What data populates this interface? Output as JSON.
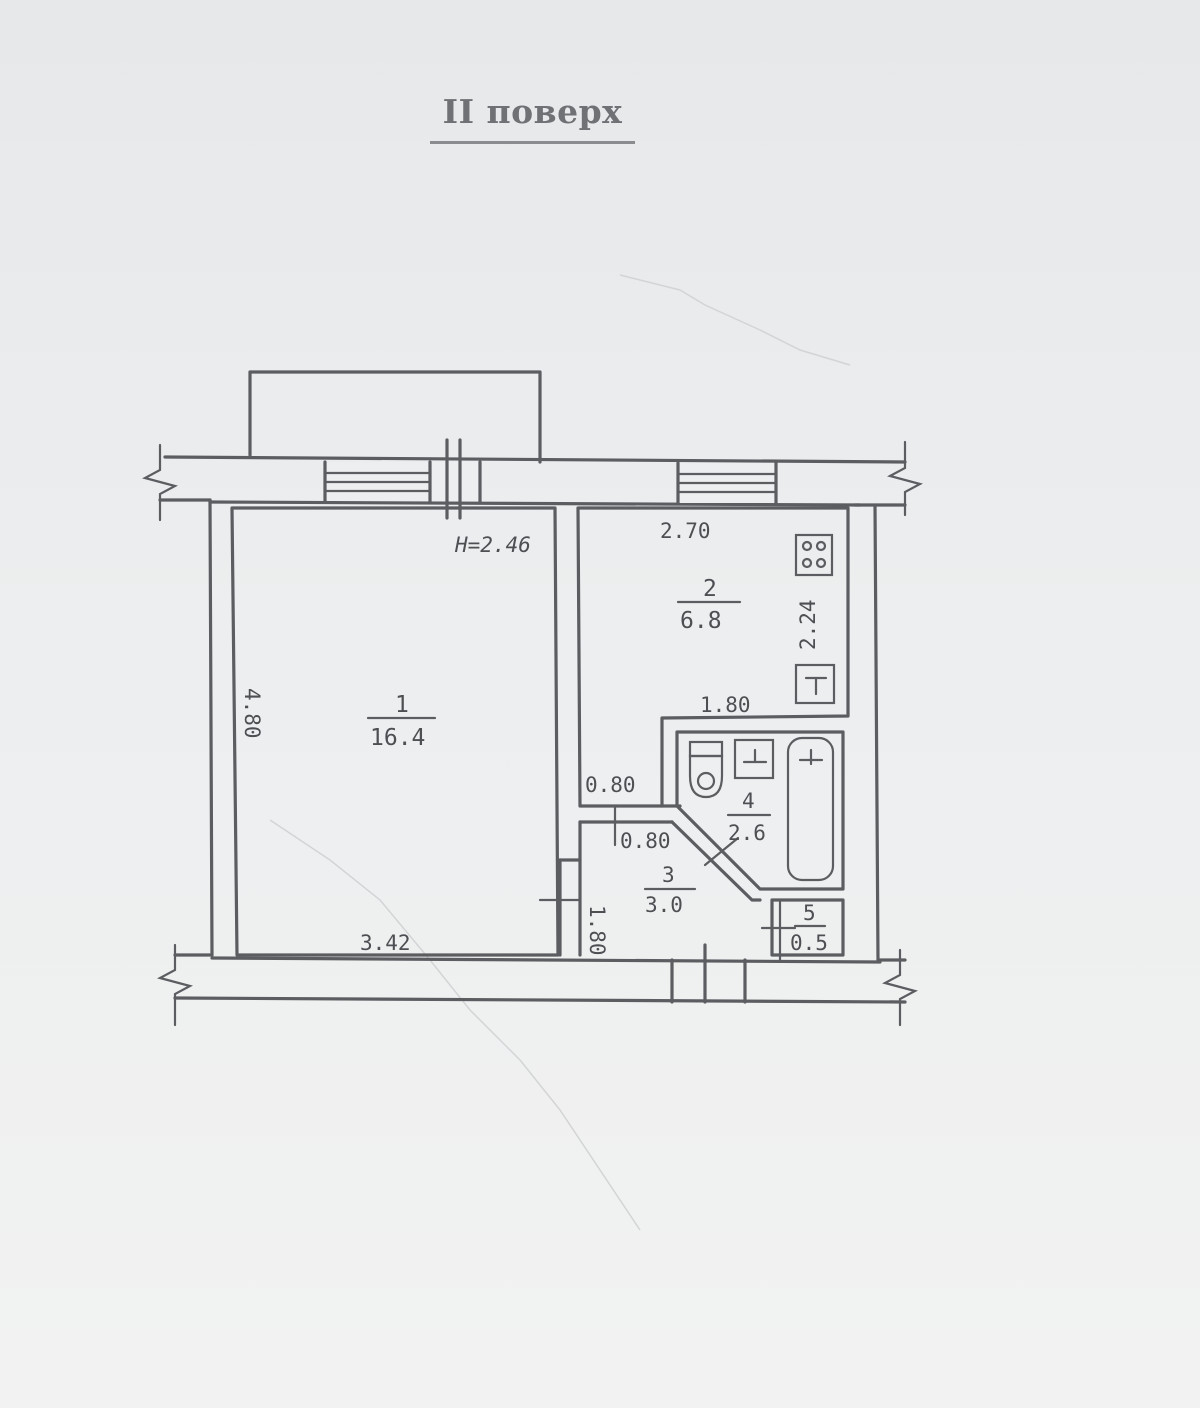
{
  "title": "II поверх",
  "rooms": [
    {
      "number": "1",
      "area": "16.4"
    },
    {
      "number": "2",
      "area": "6.8"
    },
    {
      "number": "3",
      "area": "3.0"
    },
    {
      "number": "4",
      "area": "2.6"
    },
    {
      "number": "5",
      "area": "0.5"
    }
  ],
  "dimensions": {
    "ceiling_height": "H=2.46",
    "room1_length": "4.80",
    "room1_width": "3.42",
    "kitchen_width": "2.70",
    "kitchen_depth": "2.24",
    "bath_width": "1.80",
    "hall_width": "1.80",
    "opening_top": "0.80",
    "opening_bottom": "0.80"
  }
}
